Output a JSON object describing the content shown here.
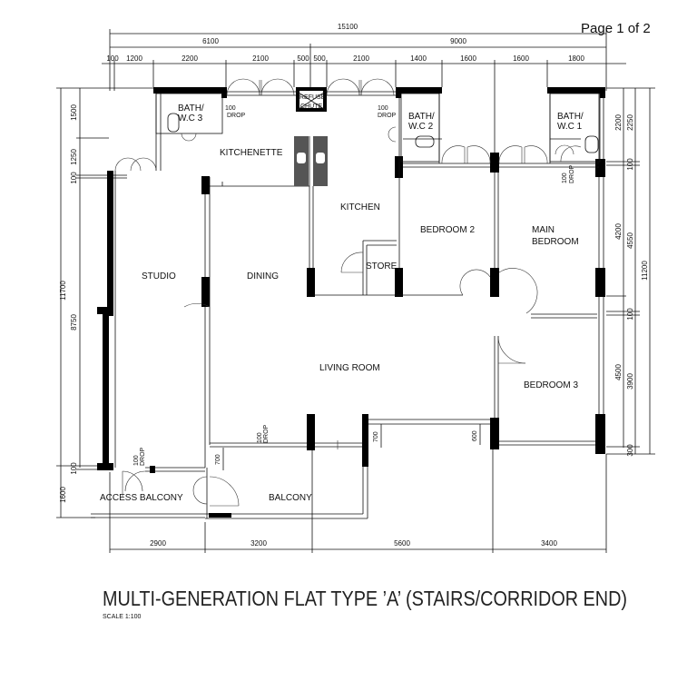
{
  "page_indicator": "Page 1 of 2",
  "title": "MULTI-GENERATION FLAT TYPE ’A’ (STAIRS/CORRIDOR END)",
  "scale": "SCALE 1:100",
  "rooms": {
    "bath3": [
      "BATH/",
      "W.C 3"
    ],
    "bath2": [
      "BATH/",
      "W.C 2"
    ],
    "bath1": [
      "BATH/",
      "W.C 1"
    ],
    "refuse_chute": [
      "REFUSE",
      "CHUTE"
    ],
    "kitchenette": "KITCHENETTE",
    "kitchen": "KITCHEN",
    "bedroom2": "BEDROOM 2",
    "main_bedroom": [
      "MAIN",
      "BEDROOM"
    ],
    "studio": "STUDIO",
    "dining": "DINING",
    "store": "STORE",
    "living_room": "LIVING ROOM",
    "bedroom3": "BEDROOM 3",
    "access_balcony": "ACCESS BALCONY",
    "balcony": "BALCONY"
  },
  "annotations": {
    "drop_value": "100",
    "drop_label": "DROP",
    "step_700": "700",
    "step_600": "600"
  },
  "dimensions": {
    "top_overall": "15100",
    "top_split": [
      "6100",
      "9000"
    ],
    "top_segments": [
      "100",
      "1200",
      "2200",
      "2100",
      "500",
      "500",
      "2100",
      "1400",
      "1600",
      "1600",
      "1800"
    ],
    "bottom": [
      "2900",
      "3200",
      "5600",
      "3400"
    ],
    "left_overall": [
      "11700",
      "1600"
    ],
    "left_segments": [
      "1500",
      "1250",
      "100",
      "8750",
      "100"
    ],
    "right_inner": [
      "2200",
      "4200",
      "4500"
    ],
    "right_middle": [
      "2250",
      "100",
      "4550",
      "100",
      "3900",
      "300"
    ],
    "right_overall": "11200"
  }
}
